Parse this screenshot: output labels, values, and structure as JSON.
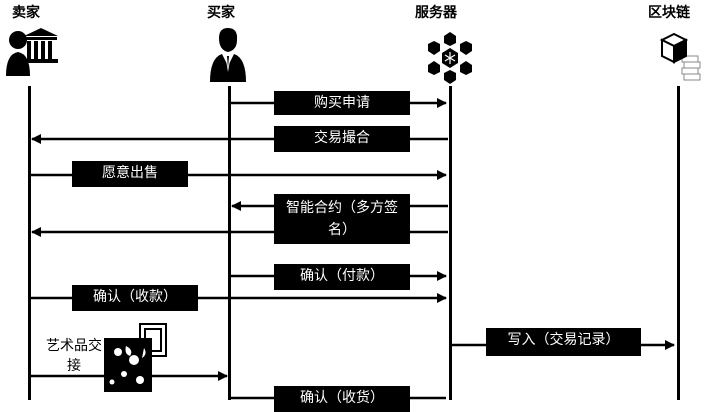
{
  "actors": {
    "seller": "卖家",
    "buyer": "买家",
    "server": "服务器",
    "blockchain": "区块链"
  },
  "messages": {
    "purchase_request": "购买申请",
    "trade_match": "交易撮合",
    "willing_sell": "愿意出售",
    "smart_contract": "智能合约（多方签名）",
    "confirm_pay": "确认（付款）",
    "confirm_receive_money": "确认（收款）",
    "write_record": "写入（交易记录）",
    "confirm_receive_goods": "确认（收货）"
  },
  "artwork": {
    "label": "艺术品交接"
  },
  "icons": [
    "seller-bank-person-icon",
    "buyer-person-icon",
    "server-snowflake-icon",
    "blockchain-cube-icon",
    "artwork-painting-icon"
  ]
}
